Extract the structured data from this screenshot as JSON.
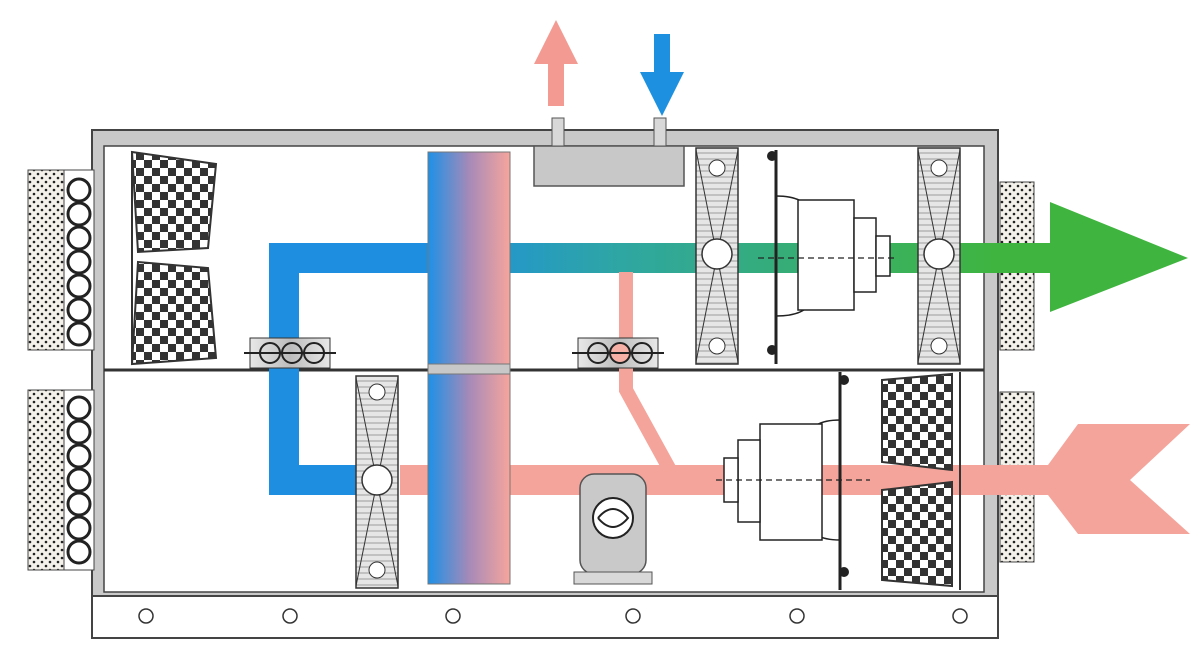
{
  "diagram": {
    "type": "air-handling-unit-schematic",
    "components": [
      "outdoor-silencer",
      "checkered-filter",
      "rotary-heat-exchanger",
      "damper",
      "centrifugal-fan",
      "heating-coil",
      "compressor",
      "refrigerant-header",
      "mounting-base"
    ],
    "flows": [
      {
        "name": "supply-air-flow",
        "color": "#3fb53f",
        "direction": "right"
      },
      {
        "name": "extract-air-flow",
        "color": "#f4a49a",
        "direction": "left"
      },
      {
        "name": "fresh-air-flow",
        "color": "#1e90e0",
        "direction": "down"
      },
      {
        "name": "exhaust-air-flow",
        "color": "#f39a92",
        "direction": "up"
      }
    ],
    "colors": {
      "cold": "#1e8fe0",
      "warm": "#f4a49a",
      "supply": "#3fb53f",
      "frame": "#555555",
      "casing": "#c7c7c7",
      "panel": "#d6d6d6"
    }
  }
}
